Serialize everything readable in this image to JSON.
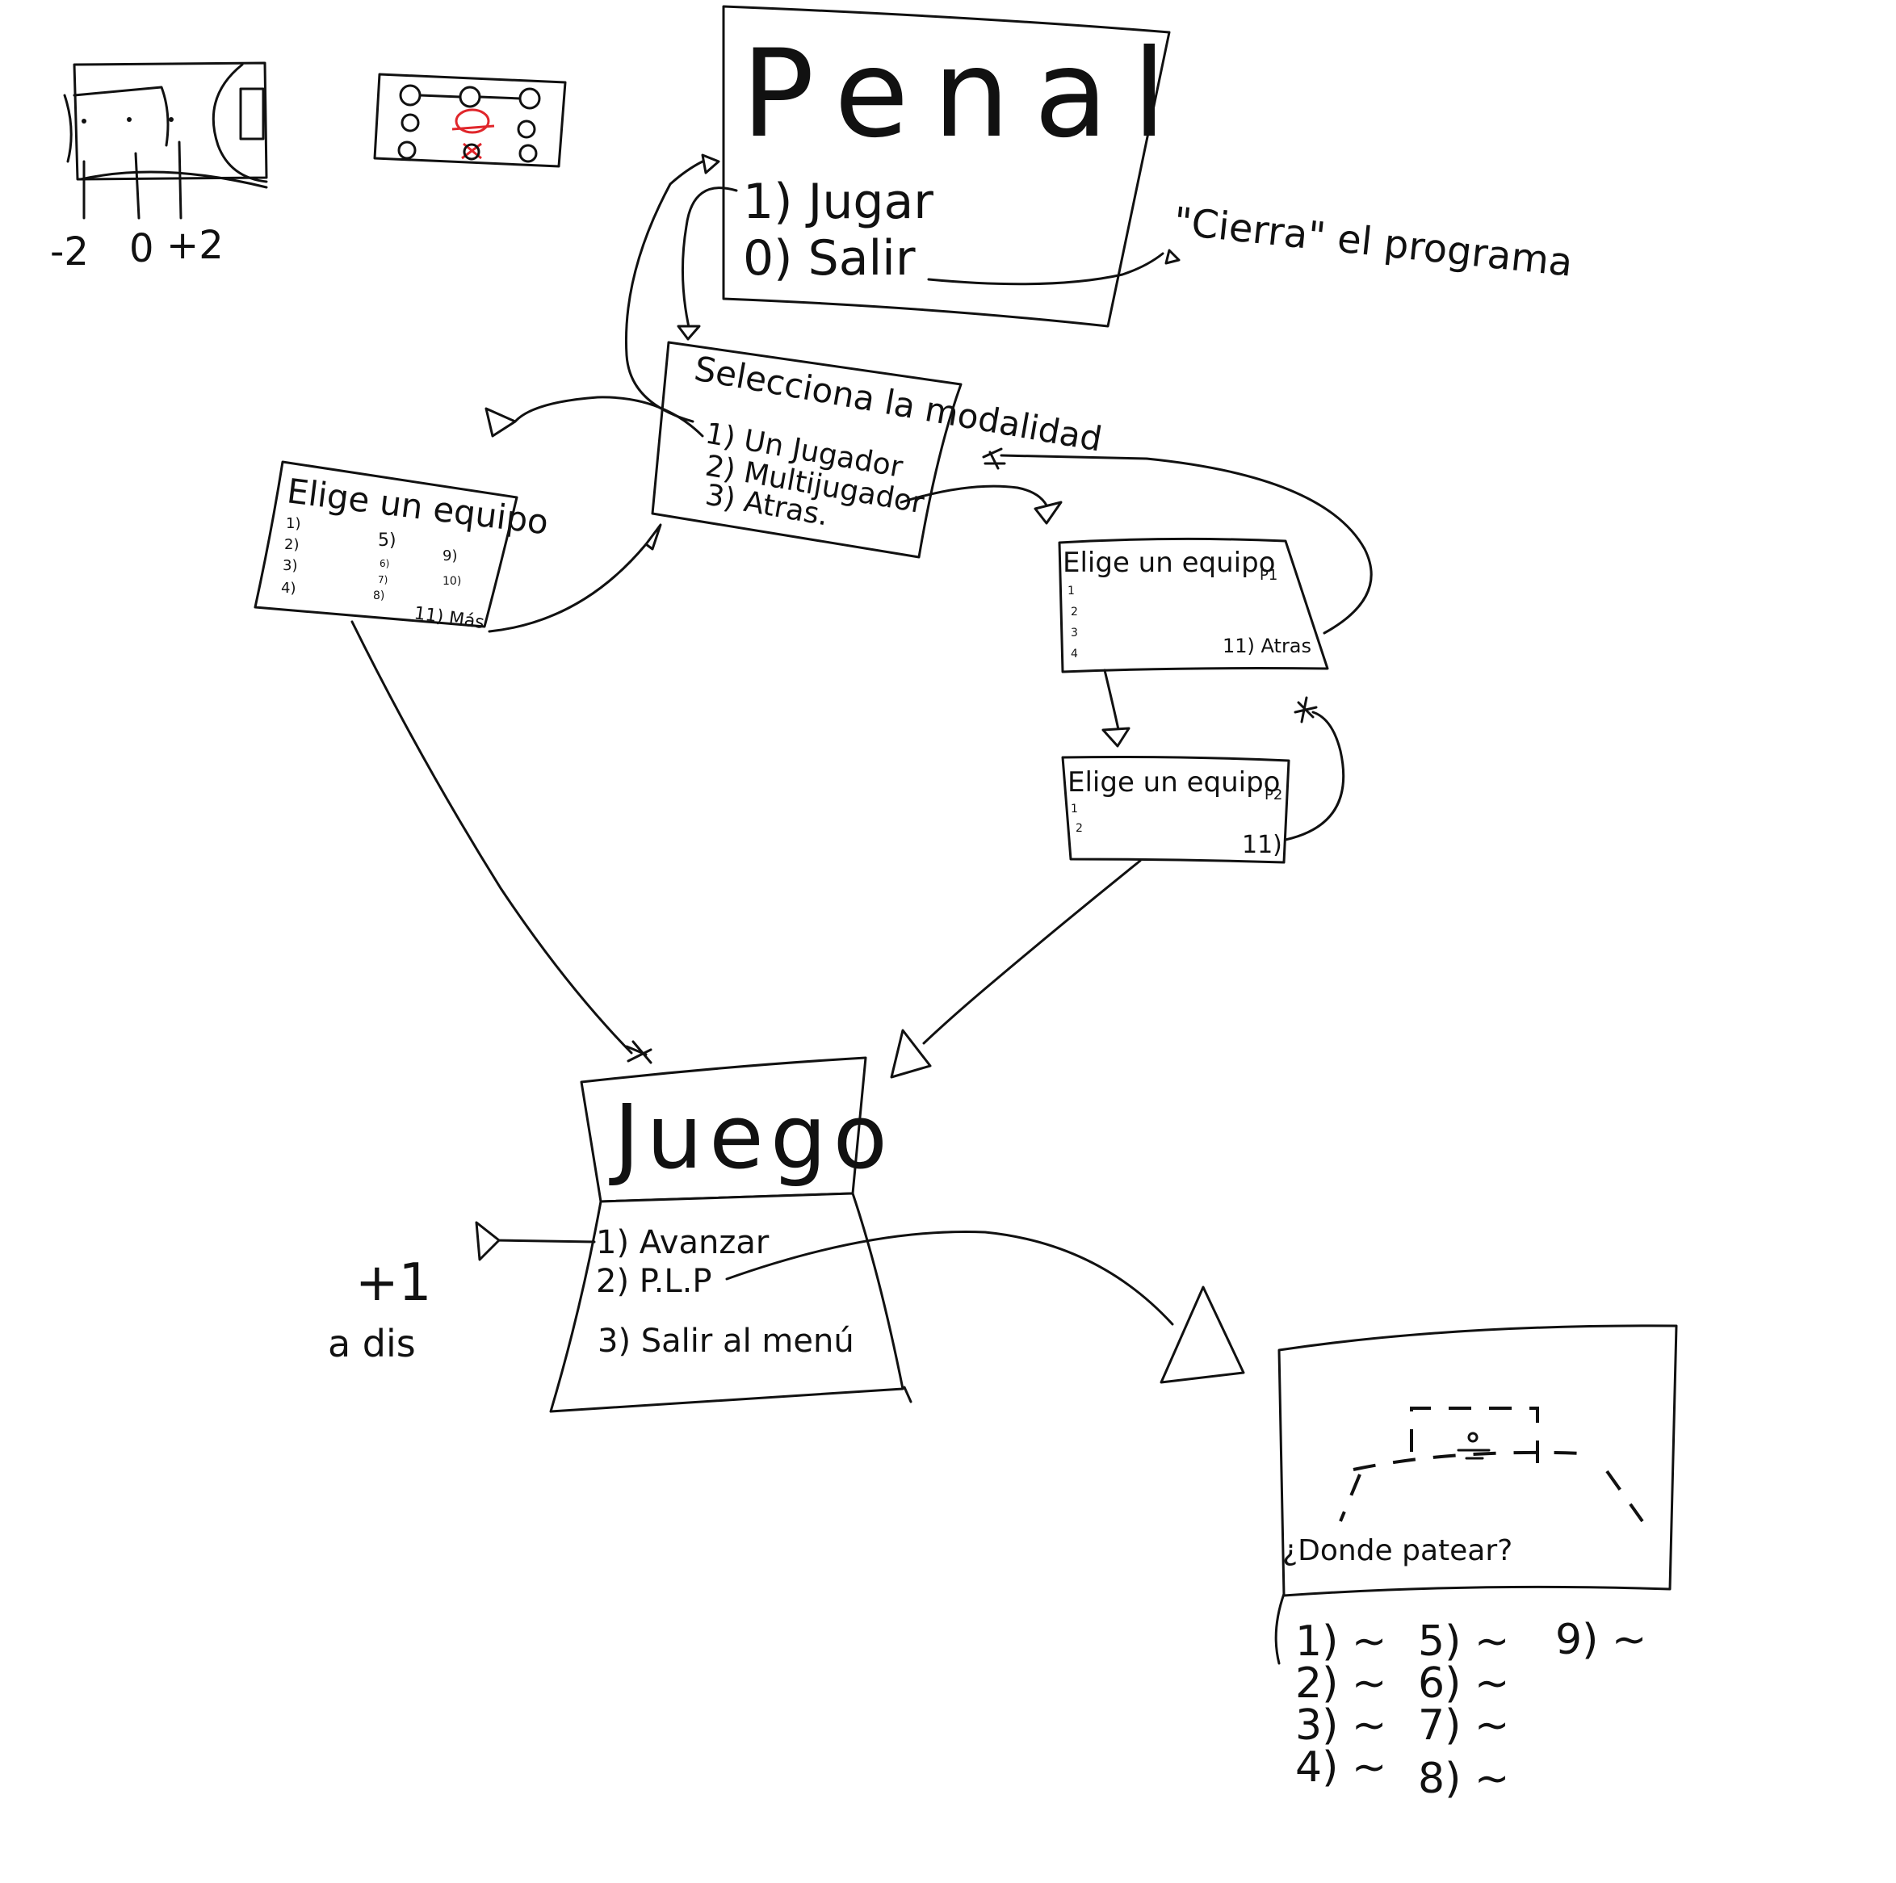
{
  "sketch_field": {
    "labels": [
      "-2",
      "0",
      "+2"
    ]
  },
  "title_screen": {
    "title": "Penal",
    "option_play": "1) Jugar",
    "option_exit": "0) Salir",
    "exit_note": "\"Cierra\" el programa"
  },
  "mode_screen": {
    "heading": "Selecciona la modalidad",
    "options": [
      "1) Un Jugador",
      "2) Multijugador",
      "3) Atras."
    ]
  },
  "team_select_single": {
    "heading": "Elige un equipo",
    "col1": [
      "1)",
      "2)",
      "3)",
      "4)"
    ],
    "col2": [
      "5)",
      "6)",
      "7)",
      "8)"
    ],
    "col3": [
      "9)",
      "10)"
    ],
    "more": "11) Más"
  },
  "team_select_p1": {
    "heading": "Elige un equipo",
    "player_tag": "P1",
    "items": [
      "1",
      "2",
      "3",
      "4"
    ],
    "back": "11) Atras"
  },
  "team_select_p2": {
    "heading": "Elige un equipo",
    "player_tag": "P2",
    "items": [
      "1",
      "2"
    ],
    "back": "11)"
  },
  "game_screen": {
    "title": "Juego",
    "options": [
      "1) Avanzar",
      "2) P.L.P",
      "3) Salir al menú"
    ],
    "side_note": [
      "+1",
      "a dis"
    ]
  },
  "shot_screen": {
    "question": "¿Donde patear?",
    "col1": [
      "1) ~",
      "2) ~",
      "3) ~",
      "4) ~"
    ],
    "col2": [
      "5) ~",
      "6) ~",
      "7) ~",
      "8) ~"
    ],
    "col3": [
      "9) ~"
    ]
  }
}
